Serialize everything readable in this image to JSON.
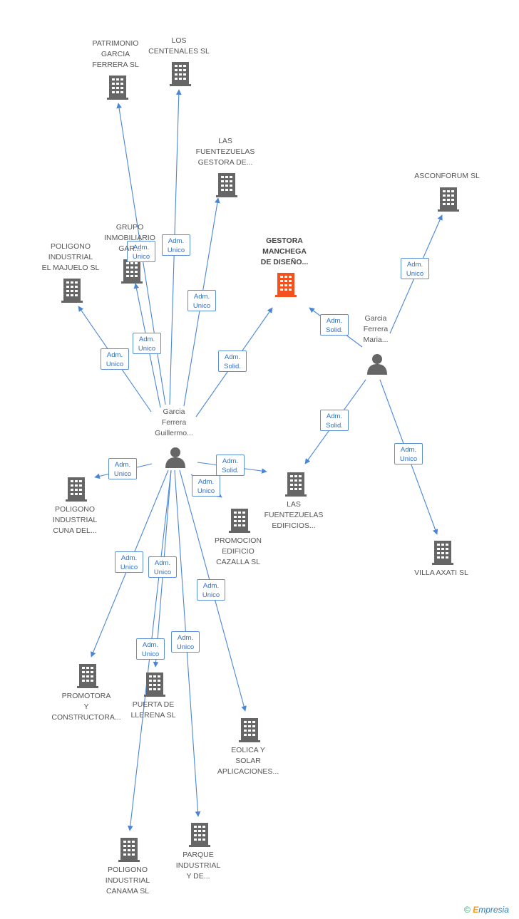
{
  "colors": {
    "edge": "#4a86d8",
    "node": "#666666",
    "focus_node": "#f4511e",
    "label_border": "#5b8fd6",
    "label_text": "#2f6fc3"
  },
  "nodes": [
    {
      "id": "patrimonio",
      "lines": [
        "PATRIMONIO",
        "GARCIA",
        "FERRERA SL"
      ],
      "kind": "company"
    },
    {
      "id": "centenales",
      "lines": [
        "LOS",
        "CENTENALES SL"
      ],
      "kind": "company"
    },
    {
      "id": "fuentezuelas_gestora",
      "lines": [
        "LAS",
        "FUENTEZUELAS",
        "GESTORA DE..."
      ],
      "kind": "company"
    },
    {
      "id": "asconforum",
      "lines": [
        "ASCONFORUM SL"
      ],
      "kind": "company"
    },
    {
      "id": "grupo_inmobiliario",
      "lines": [
        "GRUPO",
        "INMOBILIARIO",
        "GAR..."
      ],
      "kind": "company"
    },
    {
      "id": "poligono_majuelo",
      "lines": [
        "POLIGONO",
        "INDUSTRIAL",
        "EL MAJUELO SL"
      ],
      "kind": "company"
    },
    {
      "id": "gestora_manchega",
      "lines": [
        "GESTORA",
        "MANCHEGA",
        "DE DISEÑO..."
      ],
      "kind": "focus"
    },
    {
      "id": "garcia_maria",
      "lines": [
        "Garcia",
        "Ferrera",
        "Maria..."
      ],
      "kind": "person"
    },
    {
      "id": "garcia_guillermo",
      "lines": [
        "Garcia",
        "Ferrera",
        "Guillermo..."
      ],
      "kind": "person"
    },
    {
      "id": "poligono_cuna",
      "lines": [
        "POLIGONO",
        "INDUSTRIAL",
        "CUNA DEL..."
      ],
      "kind": "company"
    },
    {
      "id": "fuentezuelas_edificios",
      "lines": [
        "LAS",
        "FUENTEZUELAS",
        "EDIFICIOS..."
      ],
      "kind": "company"
    },
    {
      "id": "promocion_cazalla",
      "lines": [
        "PROMOCION",
        "EDIFICIO",
        "CAZALLA SL"
      ],
      "kind": "company"
    },
    {
      "id": "villa_axati",
      "lines": [
        "VILLA AXATI SL"
      ],
      "kind": "company"
    },
    {
      "id": "promotora",
      "lines": [
        "PROMOTORA",
        "Y",
        "CONSTRUCTORA..."
      ],
      "kind": "company"
    },
    {
      "id": "puerta_llerena",
      "lines": [
        "PUERTA DE",
        "LLERENA SL"
      ],
      "kind": "company"
    },
    {
      "id": "eolica",
      "lines": [
        "EOLICA Y",
        "SOLAR",
        "APLICACIONES..."
      ],
      "kind": "company"
    },
    {
      "id": "poligono_canama",
      "lines": [
        "POLIGONO",
        "INDUSTRIAL",
        "CANAMA SL"
      ],
      "kind": "company"
    },
    {
      "id": "parque_industrial",
      "lines": [
        "PARQUE",
        "INDUSTRIAL",
        "Y DE..."
      ],
      "kind": "company"
    }
  ],
  "edges": [
    {
      "from": "garcia_guillermo",
      "to": "patrimonio",
      "label": [
        "Adm.",
        "Unico"
      ]
    },
    {
      "from": "garcia_guillermo",
      "to": "centenales",
      "label": [
        "Adm.",
        "Unico"
      ]
    },
    {
      "from": "garcia_guillermo",
      "to": "fuentezuelas_gestora",
      "label": [
        "Adm.",
        "Unico"
      ]
    },
    {
      "from": "garcia_guillermo",
      "to": "grupo_inmobiliario",
      "label": [
        "Adm.",
        "Unico"
      ]
    },
    {
      "from": "garcia_guillermo",
      "to": "poligono_majuelo",
      "label": [
        "Adm.",
        "Unico"
      ]
    },
    {
      "from": "garcia_guillermo",
      "to": "gestora_manchega",
      "label": [
        "Adm.",
        "Solid."
      ]
    },
    {
      "from": "garcia_guillermo",
      "to": "poligono_cuna",
      "label": [
        "Adm.",
        "Unico"
      ]
    },
    {
      "from": "garcia_guillermo",
      "to": "fuentezuelas_edificios",
      "label": [
        "Adm.",
        "Solid."
      ]
    },
    {
      "from": "garcia_guillermo",
      "to": "promocion_cazalla",
      "label": [
        "Adm.",
        "Unico"
      ]
    },
    {
      "from": "garcia_guillermo",
      "to": "promotora",
      "label": [
        "Adm.",
        "Unico"
      ]
    },
    {
      "from": "garcia_guillermo",
      "to": "puerta_llerena",
      "label": [
        "Adm.",
        "Unico"
      ]
    },
    {
      "from": "garcia_guillermo",
      "to": "eolica",
      "label": [
        "Adm.",
        "Unico"
      ]
    },
    {
      "from": "garcia_guillermo",
      "to": "poligono_canama",
      "label": [
        "Adm.",
        "Unico"
      ]
    },
    {
      "from": "garcia_guillermo",
      "to": "parque_industrial",
      "label": [
        "Adm.",
        "Unico"
      ]
    },
    {
      "from": "garcia_maria",
      "to": "gestora_manchega",
      "label": [
        "Adm.",
        "Solid."
      ]
    },
    {
      "from": "garcia_maria",
      "to": "asconforum",
      "label": [
        "Adm.",
        "Unico"
      ]
    },
    {
      "from": "garcia_maria",
      "to": "fuentezuelas_edificios",
      "label": [
        "Adm.",
        "Solid."
      ]
    },
    {
      "from": "garcia_maria",
      "to": "villa_axati",
      "label": [
        "Adm.",
        "Unico"
      ]
    }
  ],
  "watermark": {
    "copyright": "©",
    "brand_initial": "E",
    "brand_rest": "mpresia"
  }
}
